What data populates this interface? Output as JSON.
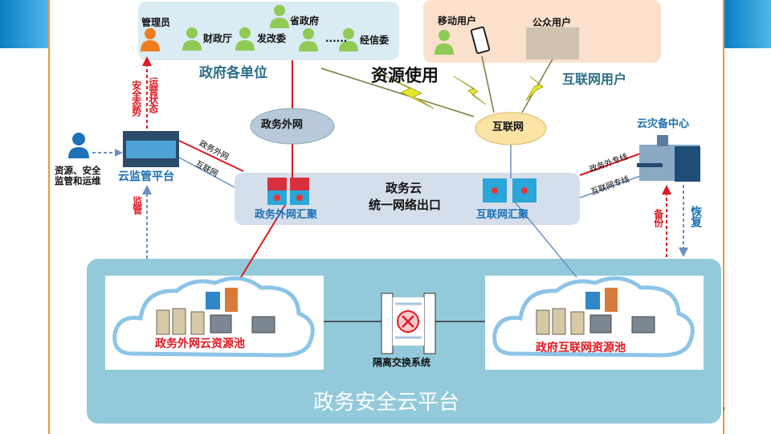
{
  "top_units": {
    "title": "政府各单位",
    "admin": "管理员",
    "units": [
      "财政厅",
      "发改委",
      "省政府",
      "......",
      "经信委"
    ]
  },
  "internet_users": {
    "title": "互联网用户",
    "mobile": "移动用户",
    "public": "公众用户"
  },
  "resource_use": "资源使用",
  "clouds": {
    "gov_external": "政务外网",
    "internet": "互联网"
  },
  "monitor": {
    "platform": "云监管平台",
    "user_label": "资源、安全\n监管和运维",
    "up_left": "安全态势",
    "up_right": "运营状态",
    "down": "监管",
    "link_gov": "政务外网",
    "link_inet": "互联网"
  },
  "exit": {
    "title_line1": "政务云",
    "title_line2": "统一网络出口",
    "gov_agg": "政务外网汇聚",
    "inet_agg": "互联网汇聚"
  },
  "dr": {
    "title": "云灾备中心",
    "link_gov": "政务外专线",
    "link_inet": "互联网专线",
    "backup": "备份",
    "restore": "恢复"
  },
  "platform": {
    "title": "政务安全云平台",
    "gov_pool": "政务外网云资源池",
    "inet_pool": "政府互联网资源池",
    "isolation": "隔离交换系统"
  },
  "page_number": "7",
  "colors": {
    "red": "#e0191f",
    "blue": "#1a6fb5",
    "orange": "#f0963c",
    "platform_bg": "#93cadb",
    "exit_bg": "#d5dfec"
  }
}
